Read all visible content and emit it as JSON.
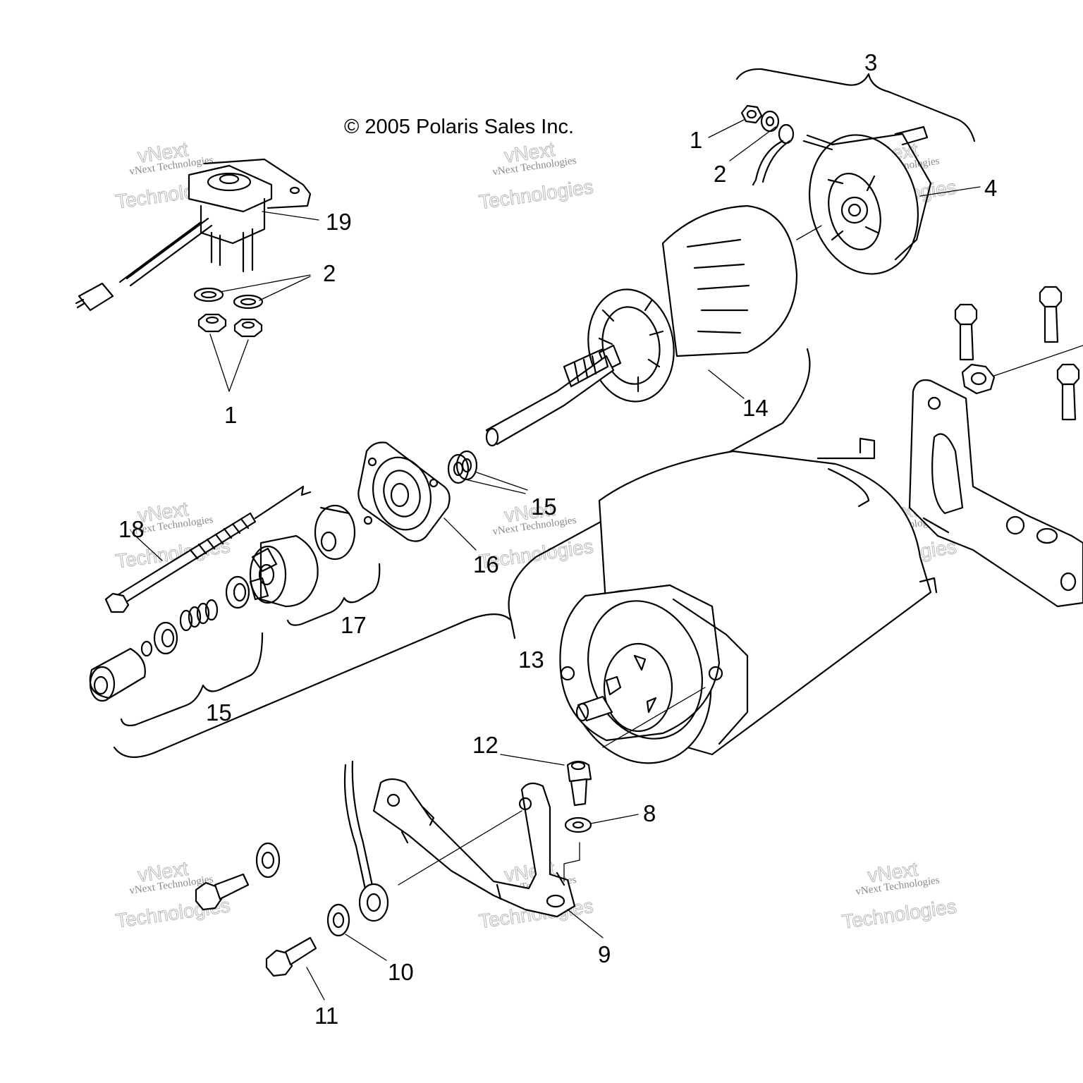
{
  "copyright": "© 2005 Polaris Sales Inc.",
  "watermark": {
    "line1": "vNext",
    "line2": "vNext Technologies",
    "line3": "Technologies"
  },
  "callouts": {
    "c1_solenoid": "1",
    "c2_solenoid": "2",
    "c19": "19",
    "c1_endcap": "1",
    "c2_endcap": "2",
    "c3": "3",
    "c4": "4",
    "c14": "14",
    "c15_washers": "15",
    "c16": "16",
    "c17": "17",
    "c18": "18",
    "c15_kit": "15",
    "c13": "13",
    "c12": "12",
    "c8": "8",
    "c9": "9",
    "c10": "10",
    "c11": "11"
  }
}
